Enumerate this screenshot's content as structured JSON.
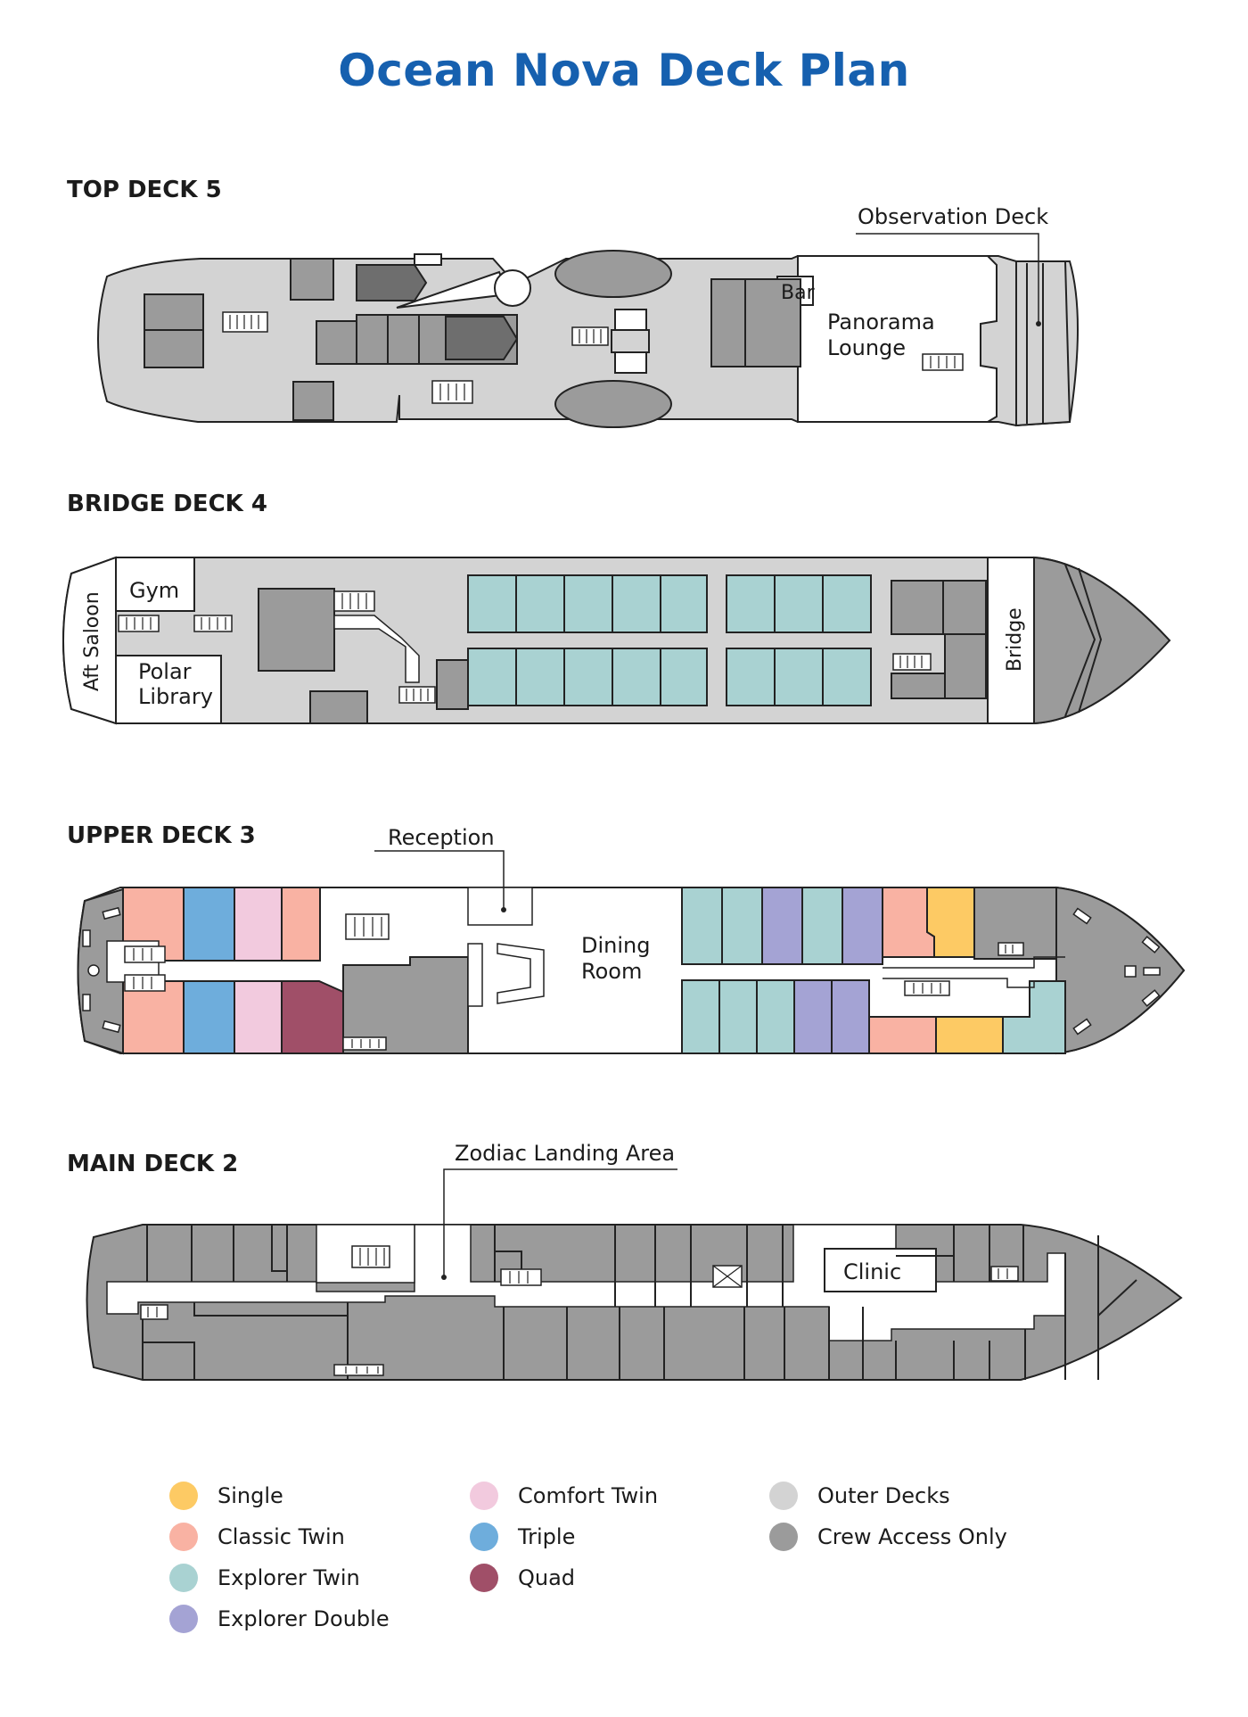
{
  "title": "Ocean Nova Deck Plan",
  "colors": {
    "title": "#1660AF",
    "outer": "#D3D3D3",
    "crew": "#9B9B9B",
    "dark": "#6E6E6E",
    "single": "#FDCA64",
    "classic_twin": "#F9B2A3",
    "explorer_twin": "#A9D2D2",
    "explorer_double": "#A4A3D4",
    "comfort_twin": "#F2CADE",
    "triple": "#6EADDC",
    "quad": "#A04F68",
    "public": "#FFFFFF",
    "stroke": "#222222"
  },
  "decks": {
    "top": {
      "label": "TOP DECK 5",
      "observation_deck": "Observation Deck",
      "bar": "Bar",
      "panorama_1": "Panorama",
      "panorama_2": "Lounge"
    },
    "bridge": {
      "label": "BRIDGE DECK 4",
      "gym": "Gym",
      "aft_saloon": "Aft Saloon",
      "polar_1": "Polar",
      "polar_2": "Library",
      "bridge": "Bridge"
    },
    "upper": {
      "label": "UPPER DECK 3",
      "reception": "Reception",
      "dining_1": "Dining",
      "dining_2": "Room"
    },
    "main": {
      "label": "MAIN DECK 2",
      "zodiac": "Zodiac Landing Area",
      "clinic": "Clinic"
    }
  },
  "legend": [
    {
      "label": "Single",
      "color_key": "single"
    },
    {
      "label": "Classic Twin",
      "color_key": "classic_twin"
    },
    {
      "label": "Explorer Twin",
      "color_key": "explorer_twin"
    },
    {
      "label": "Explorer Double",
      "color_key": "explorer_double"
    },
    {
      "label": "Comfort Twin",
      "color_key": "comfort_twin"
    },
    {
      "label": "Triple",
      "color_key": "triple"
    },
    {
      "label": "Quad",
      "color_key": "quad"
    },
    {
      "label": "Outer Decks",
      "color_key": "outer"
    },
    {
      "label": "Crew Access Only",
      "color_key": "crew"
    }
  ]
}
